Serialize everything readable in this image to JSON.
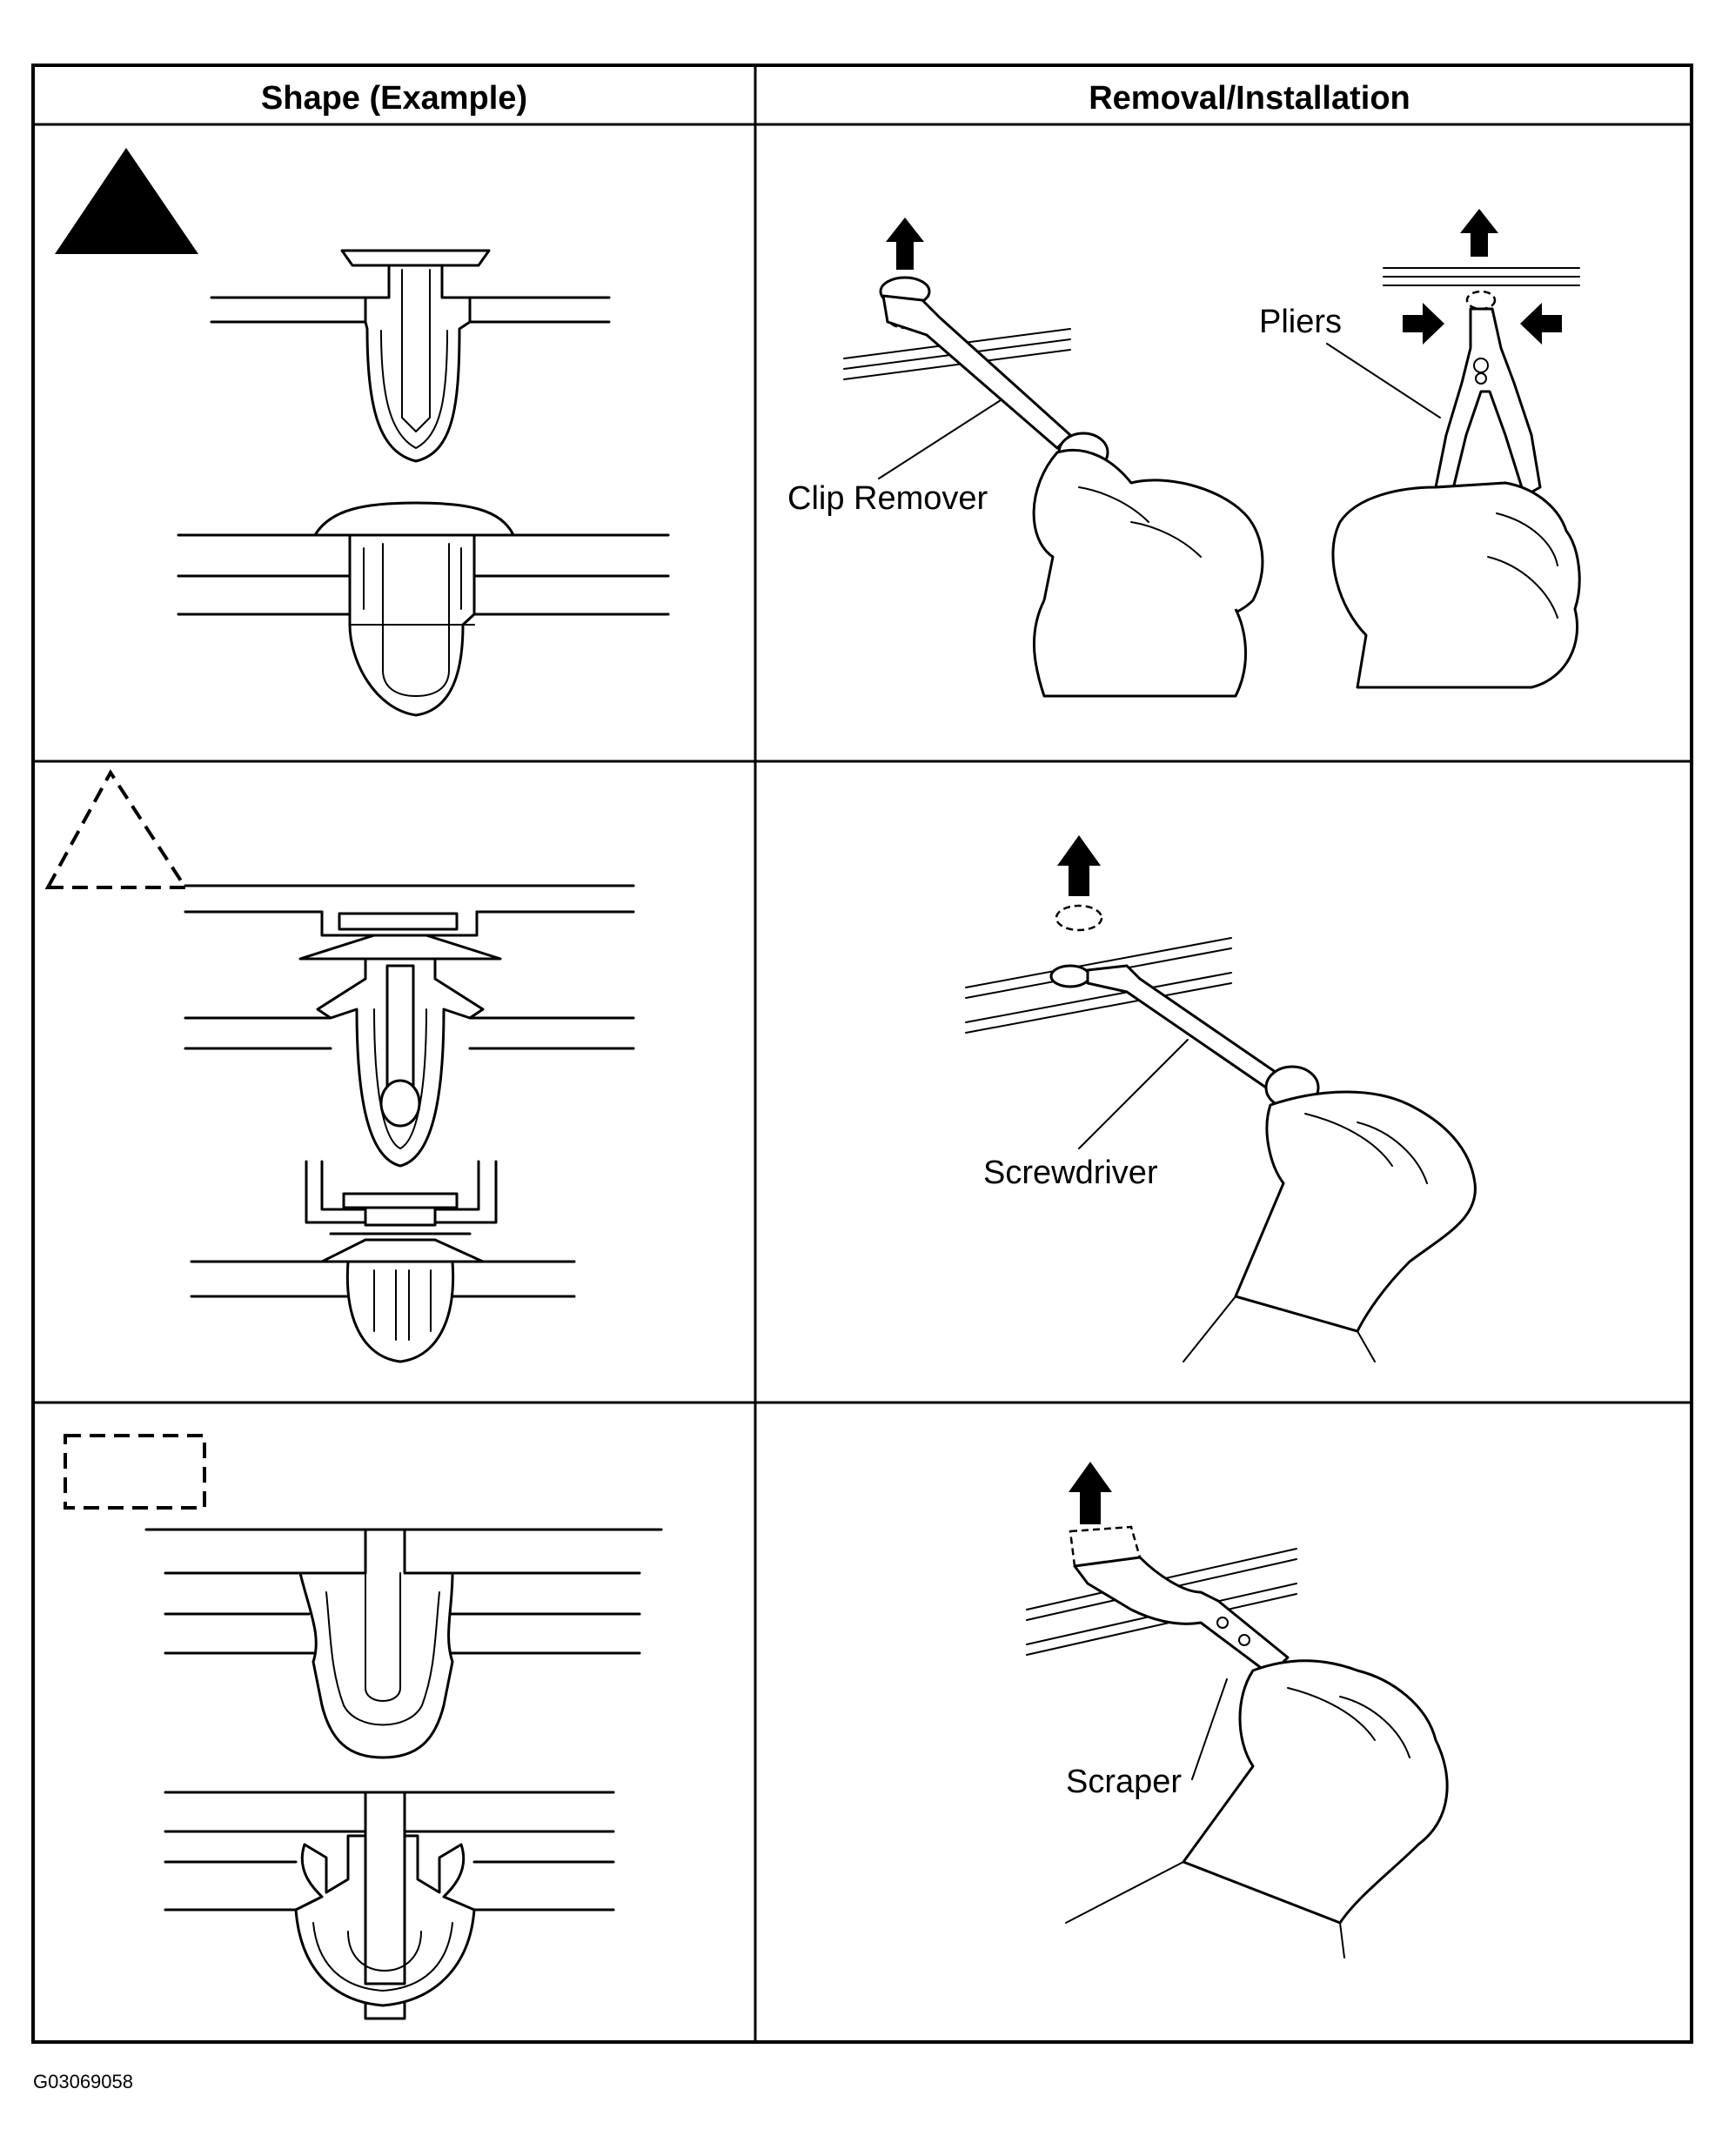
{
  "table": {
    "headers": [
      "Shape (Example)",
      "Removal/Installation"
    ],
    "rows": [
      {
        "symbol": "solid-triangle",
        "labels": [
          "Clip Remover",
          "Pliers"
        ]
      },
      {
        "symbol": "dashed-triangle",
        "labels": [
          "Screwdriver"
        ]
      },
      {
        "symbol": "dashed-rectangle",
        "labels": [
          "Scraper"
        ]
      }
    ]
  },
  "figure_code": "G03069058"
}
